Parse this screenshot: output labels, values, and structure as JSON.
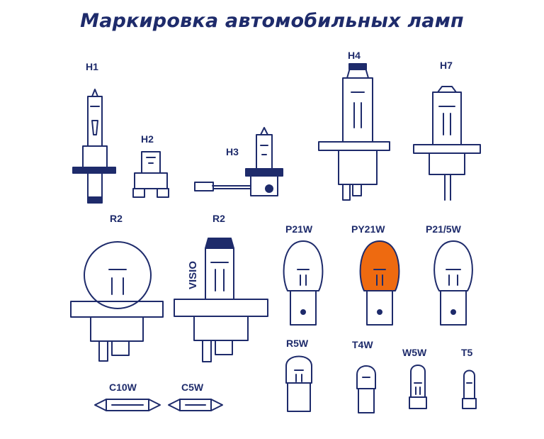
{
  "title": "Маркировка автомобильных ламп",
  "colors": {
    "ink": "#1e2b6b",
    "amber": "#ee6a10"
  },
  "labels": {
    "h1": "H1",
    "h2": "H2",
    "h3": "H3",
    "h4": "H4",
    "h7": "H7",
    "r2_left": "R2",
    "r2_right": "R2",
    "visio": "VISIO",
    "p21w": "P21W",
    "py21w": "PY21W",
    "p21_5w": "P21/5W",
    "r5w": "R5W",
    "t4w": "T4W",
    "w5w": "W5W",
    "t5": "T5",
    "c10w": "C10W",
    "c5w": "C5W"
  }
}
